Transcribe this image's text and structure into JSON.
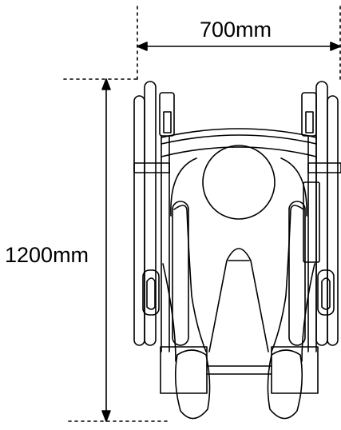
{
  "diagram": {
    "subject": "wheelchair-top-view",
    "dimensions": {
      "width_label": "700mm",
      "height_label": "1200mm"
    },
    "colors": {
      "line": "#000000",
      "background": "#ffffff"
    }
  }
}
